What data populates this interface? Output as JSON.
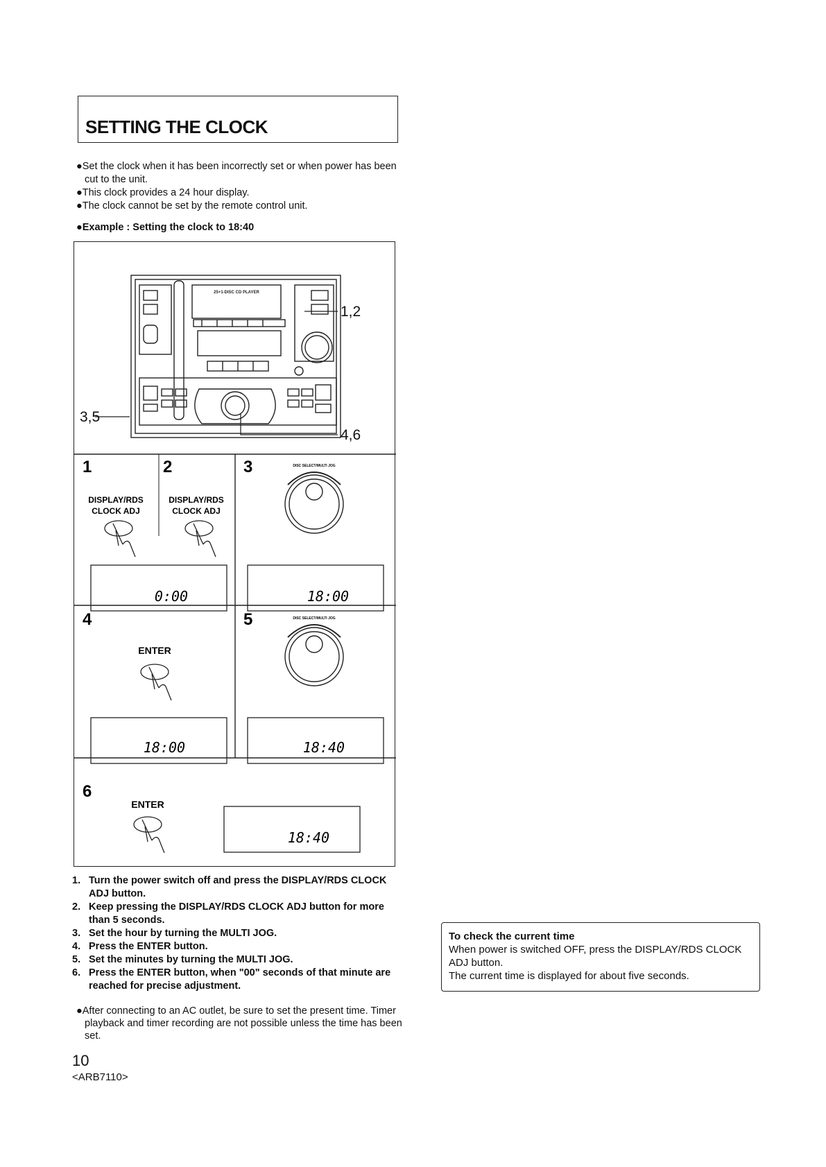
{
  "title": "SETTING THE CLOCK",
  "intro": [
    "●Set the clock when it has been incorrectly set or when power has been cut to the unit.",
    "●This clock provides a 24 hour display.",
    "●The clock cannot be set by the remote control unit."
  ],
  "example": "●Example : Setting the clock to 18:40",
  "figure": {
    "unit_label": "25+1-DISC CD PLAYER",
    "callout_12": "1,2",
    "callout_35": "3,5",
    "callout_46": "4,6",
    "panels": [
      {
        "num": "1",
        "label1": "DISPLAY/RDS",
        "label2": "CLOCK ADJ",
        "lcd": "0:00"
      },
      {
        "num": "2",
        "label1": "DISPLAY/RDS",
        "label2": "CLOCK ADJ"
      },
      {
        "num": "3",
        "jog_label": "DISC SELECT/MULTI JOG",
        "lcd": "18:00"
      },
      {
        "num": "4",
        "label": "ENTER",
        "lcd": "18:00"
      },
      {
        "num": "5",
        "jog_label": "DISC SELECT/MULTI JOG",
        "lcd": "18:40"
      },
      {
        "num": "6",
        "label": "ENTER",
        "lcd": "18:40"
      }
    ]
  },
  "steps": [
    {
      "num": "1.",
      "text": "Turn the power switch off and press the DISPLAY/RDS CLOCK ADJ button."
    },
    {
      "num": "2.",
      "text": "Keep pressing the DISPLAY/RDS CLOCK ADJ button for more than 5 seconds."
    },
    {
      "num": "3.",
      "text": "Set the hour by turning the MULTI JOG."
    },
    {
      "num": "4.",
      "text": "Press the ENTER button."
    },
    {
      "num": "5.",
      "text": "Set the minutes by turning the MULTI JOG."
    },
    {
      "num": "6.",
      "text": "Press the ENTER button, when \"00\" seconds of that minute are reached for precise adjustment."
    }
  ],
  "after": "●After connecting to an AC outlet, be sure to set the present time. Timer playback and timer recording are not possible unless the time has been set.",
  "page_number": "10",
  "doc_code": "<ARB7110>",
  "note": {
    "title": "To check the current time",
    "line1": "When power is switched OFF, press the DISPLAY/RDS CLOCK ADJ button.",
    "line2": "The current time is displayed for about five seconds."
  }
}
